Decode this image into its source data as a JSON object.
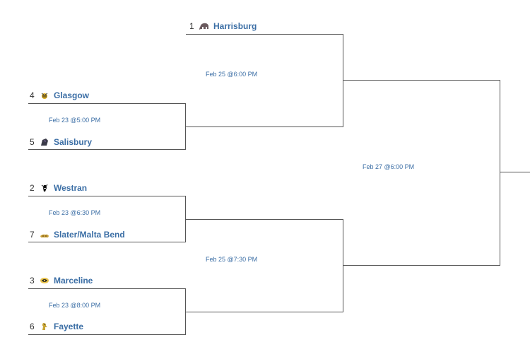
{
  "teams": {
    "harrisburg": {
      "seed": "1",
      "name": "Harrisburg",
      "logo": "elephant-logo-icon"
    },
    "glasgow": {
      "seed": "4",
      "name": "Glasgow",
      "logo": "yellowjacket-logo-icon"
    },
    "salisbury": {
      "seed": "5",
      "name": "Salisbury",
      "logo": "panther-logo-icon"
    },
    "westran": {
      "seed": "2",
      "name": "Westran",
      "logo": "hornet-logo-icon"
    },
    "slater": {
      "seed": "7",
      "name": "Slater/Malta Bend",
      "logo": "wildcat-logo-icon"
    },
    "marceline": {
      "seed": "3",
      "name": "Marceline",
      "logo": "tiger-logo-icon"
    },
    "fayette": {
      "seed": "6",
      "name": "Fayette",
      "logo": "falcon-logo-icon"
    }
  },
  "games": {
    "g1": "Feb 23 @5:00 PM",
    "g2": "Feb 23 @6:30 PM",
    "g3": "Feb 23 @8:00 PM",
    "g4": "Feb 25 @6:00 PM",
    "g5": "Feb 25 @7:30 PM",
    "g6": "Feb 27 @6:00 PM"
  },
  "colors": {
    "link": "#3b6ea5",
    "line": "#555555",
    "seed": "#333333"
  }
}
